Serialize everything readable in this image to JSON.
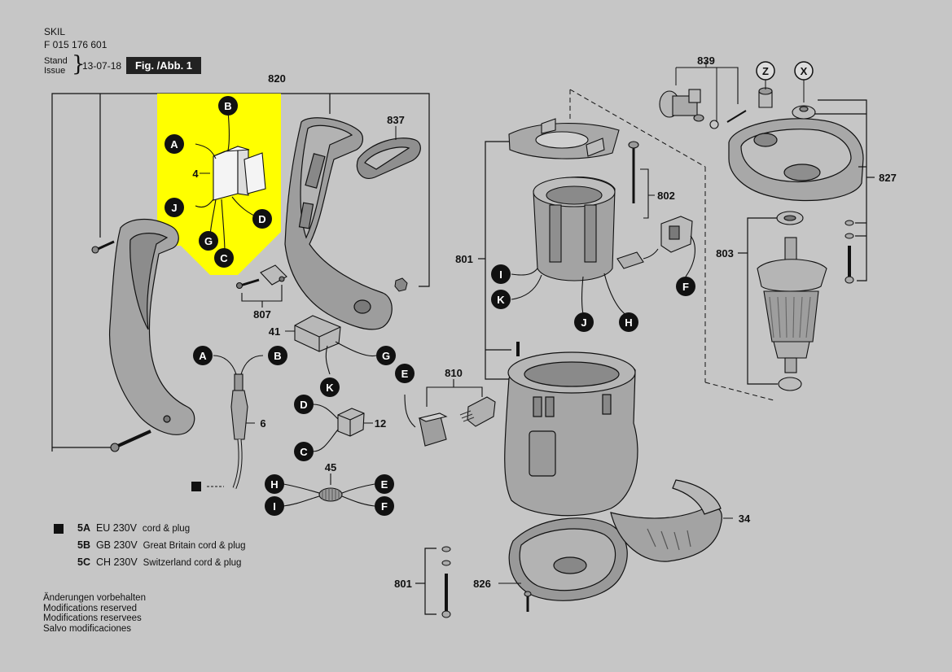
{
  "header": {
    "brand": "SKIL",
    "document_number": "F 015 176 601",
    "stand_label_de": "Stand",
    "stand_label_en": "Issue",
    "date": "13-07-18",
    "figure_label": "Fig. /Abb. 1"
  },
  "part_numbers": {
    "p820": "820",
    "p837": "837",
    "p4": "4",
    "p807": "807",
    "p41": "41",
    "p6": "6",
    "p12": "12",
    "p45": "45",
    "p810": "810",
    "p801": "801",
    "p802": "802",
    "p839": "839",
    "p827": "827",
    "p803": "803",
    "p34": "34",
    "p826": "826",
    "p801b": "801"
  },
  "connector_letters": {
    "A": "A",
    "B": "B",
    "C": "C",
    "D": "D",
    "E": "E",
    "F": "F",
    "G": "G",
    "H": "H",
    "I": "I",
    "J": "J",
    "K": "K",
    "X": "X",
    "Z": "Z"
  },
  "legend": [
    {
      "code": "5A",
      "voltage": "EU 230V",
      "description": "cord & plug"
    },
    {
      "code": "5B",
      "voltage": "GB 230V",
      "description": "Great Britain cord & plug"
    },
    {
      "code": "5C",
      "voltage": "CH 230V",
      "description": "Switzerland cord & plug"
    }
  ],
  "notes": [
    "Änderungen vorbehalten",
    "Modifications reserved",
    "Modifications reservees",
    "Salvo modificaciones"
  ],
  "colors": {
    "background": "#c6c6c6",
    "highlight": "#ffff00",
    "ink": "#111111",
    "part_fill": "#9a9a9a"
  }
}
